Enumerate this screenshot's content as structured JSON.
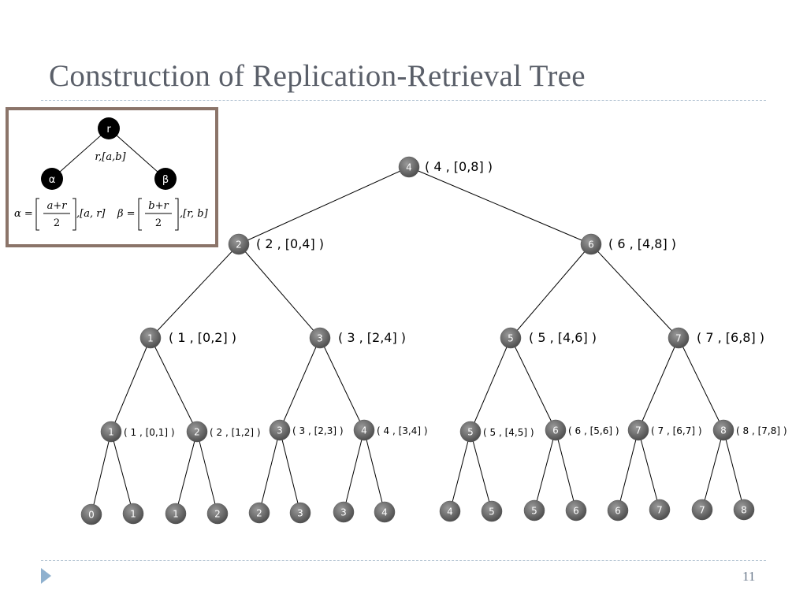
{
  "slide": {
    "title": "Construction of Replication-Retrieval Tree",
    "page_number": "11"
  },
  "legend": {
    "root": "r",
    "edge_label": "r,[a,b]",
    "left_child": "α",
    "right_child": "β",
    "alpha_formula": {
      "lhs": "α =",
      "num": "a+r",
      "den": "2",
      "rest": ",[a, r]"
    },
    "beta_formula": {
      "lhs": "β =",
      "num": "b+r",
      "den": "2",
      "rest": ",[r, b]"
    }
  },
  "tree": {
    "nodes": [
      {
        "id": "n4",
        "text": "4",
        "label": "( 4 , [0,8] )",
        "level": 0
      },
      {
        "id": "n2",
        "text": "2",
        "label": "( 2 , [0,4] )",
        "level": 1
      },
      {
        "id": "n6",
        "text": "6",
        "label": "( 6 , [4,8] )",
        "level": 1
      },
      {
        "id": "n1a",
        "text": "1",
        "label": "( 1 , [0,2] )",
        "level": 2
      },
      {
        "id": "n3a",
        "text": "3",
        "label": "( 3 , [2,4] )",
        "level": 2
      },
      {
        "id": "n5a",
        "text": "5",
        "label": "( 5 , [4,6] )",
        "level": 2
      },
      {
        "id": "n7a",
        "text": "7",
        "label": "( 7 , [6,8] )",
        "level": 2
      },
      {
        "id": "m1",
        "text": "1",
        "label": "( 1 , [0,1] )",
        "level": 3
      },
      {
        "id": "m2",
        "text": "2",
        "label": "( 2 , [1,2] )",
        "level": 3
      },
      {
        "id": "m3",
        "text": "3",
        "label": "( 3 , [2,3] )",
        "level": 3
      },
      {
        "id": "m4",
        "text": "4",
        "label": "( 4 , [3,4] )",
        "level": 3
      },
      {
        "id": "m5",
        "text": "5",
        "label": "( 5 , [4,5] )",
        "level": 3
      },
      {
        "id": "m6",
        "text": "6",
        "label": "( 6 , [5,6] )",
        "level": 3
      },
      {
        "id": "m7",
        "text": "7",
        "label": "( 7 , [6,7] )",
        "level": 3
      },
      {
        "id": "m8",
        "text": "8",
        "label": "( 8 , [7,8] )",
        "level": 3
      },
      {
        "id": "l1",
        "text": "0",
        "level": 4
      },
      {
        "id": "l2",
        "text": "1",
        "level": 4
      },
      {
        "id": "l3",
        "text": "1",
        "level": 4
      },
      {
        "id": "l4",
        "text": "2",
        "level": 4
      },
      {
        "id": "l5",
        "text": "2",
        "level": 4
      },
      {
        "id": "l6",
        "text": "3",
        "level": 4
      },
      {
        "id": "l7",
        "text": "3",
        "level": 4
      },
      {
        "id": "l8",
        "text": "4",
        "level": 4
      },
      {
        "id": "l9",
        "text": "4",
        "level": 4
      },
      {
        "id": "l10",
        "text": "5",
        "level": 4
      },
      {
        "id": "l11",
        "text": "5",
        "level": 4
      },
      {
        "id": "l12",
        "text": "6",
        "level": 4
      },
      {
        "id": "l13",
        "text": "6",
        "level": 4
      },
      {
        "id": "l14",
        "text": "7",
        "level": 4
      },
      {
        "id": "l15",
        "text": "7",
        "level": 4
      },
      {
        "id": "l16",
        "text": "8",
        "level": 4
      }
    ],
    "edges": [
      [
        "n4",
        "n2"
      ],
      [
        "n4",
        "n6"
      ],
      [
        "n2",
        "n1a"
      ],
      [
        "n2",
        "n3a"
      ],
      [
        "n6",
        "n5a"
      ],
      [
        "n6",
        "n7a"
      ],
      [
        "n1a",
        "m1"
      ],
      [
        "n1a",
        "m2"
      ],
      [
        "n3a",
        "m3"
      ],
      [
        "n3a",
        "m4"
      ],
      [
        "n5a",
        "m5"
      ],
      [
        "n5a",
        "m6"
      ],
      [
        "n7a",
        "m7"
      ],
      [
        "n7a",
        "m8"
      ],
      [
        "m1",
        "l1"
      ],
      [
        "m1",
        "l2"
      ],
      [
        "m2",
        "l3"
      ],
      [
        "m2",
        "l4"
      ],
      [
        "m3",
        "l5"
      ],
      [
        "m3",
        "l6"
      ],
      [
        "m4",
        "l7"
      ],
      [
        "m4",
        "l8"
      ],
      [
        "m5",
        "l9"
      ],
      [
        "m5",
        "l10"
      ],
      [
        "m6",
        "l11"
      ],
      [
        "m6",
        "l12"
      ],
      [
        "m7",
        "l13"
      ],
      [
        "m7",
        "l14"
      ],
      [
        "m8",
        "l15"
      ],
      [
        "m8",
        "l16"
      ]
    ]
  }
}
